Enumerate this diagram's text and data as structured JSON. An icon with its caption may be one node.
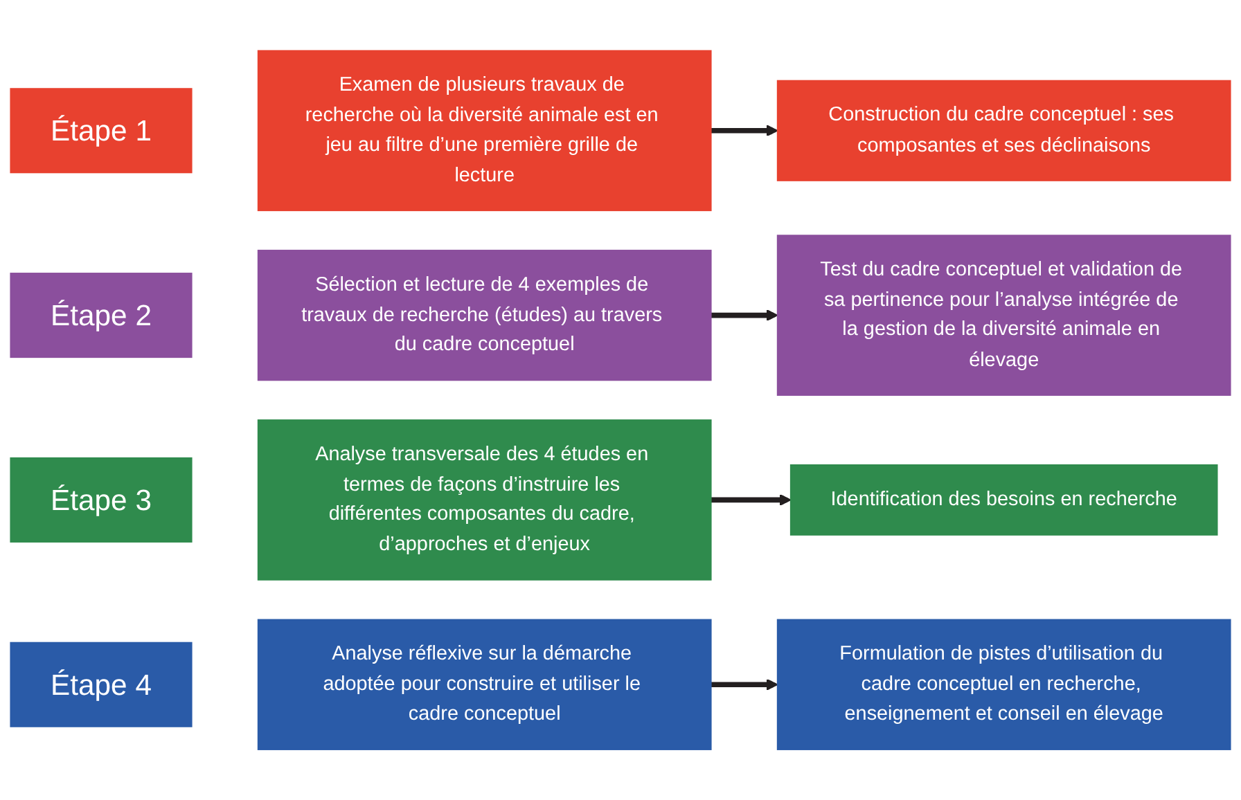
{
  "diagram": {
    "nodes": [
      {
        "text": [
          "Étape 1"
        ]
      },
      {
        "text": [
          "Examen de plusieurs travaux de recherche où la diversité animale est en jeu au filtre d’une première grille de lecture"
        ]
      },
      {
        "text": [
          "Construction du cadre conceptuel : ses composantes et ses déclinaisons"
        ]
      },
      {
        "text": [
          "Étape 2"
        ]
      },
      {
        "text": [
          "Sélection et lecture de 4 exemples de travaux de recherche (études) au travers du cadre conceptuel"
        ]
      },
      {
        "text": [
          "Test du cadre conceptuel et validation de sa pertinence pour l’analyse intégrée de la gestion de la diversité animale en élevage"
        ]
      },
      {
        "text": [
          "Étape 3"
        ]
      },
      {
        "text": [
          "Analyse transversale des 4 études en termes de façons d’instruire les différentes composantes du cadre, d’approches et d’enjeux"
        ]
      },
      {
        "text": [
          "Identification des besoins en recherche"
        ]
      },
      {
        "text": [
          "Étape 4"
        ]
      },
      {
        "text": [
          "Analyse réflexive sur la démarche adoptée pour construire et utiliser le cadre conceptuel"
        ]
      },
      {
        "text": [
          "Formulation de pistes d’utilisation du cadre conceptuel en recherche, enseignement et conseil en élevage"
        ]
      }
    ],
    "edges": [
      {
        "from": 1,
        "to": 2,
        "arrow": "to"
      },
      {
        "from": 4,
        "to": 5,
        "arrow": "to"
      },
      {
        "from": 7,
        "to": 8,
        "arrow": "to"
      },
      {
        "from": 10,
        "to": 11,
        "arrow": "to"
      }
    ]
  }
}
